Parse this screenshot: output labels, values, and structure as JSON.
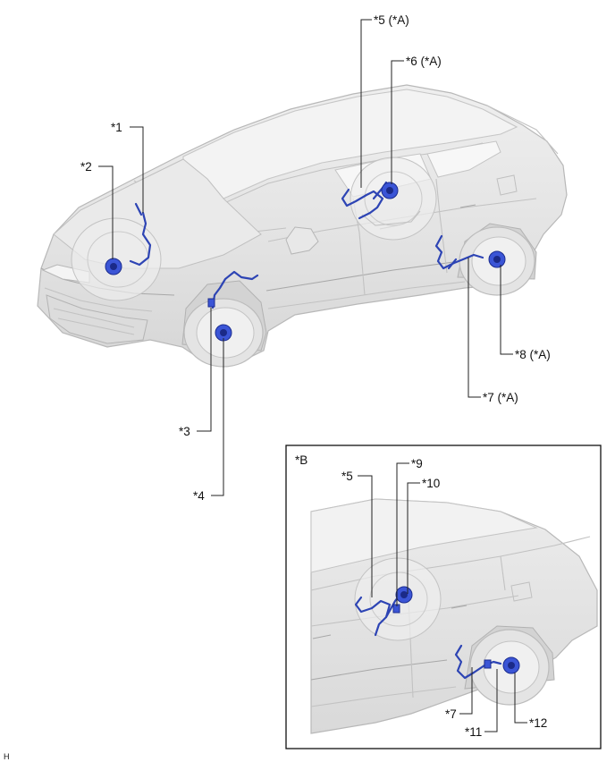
{
  "labels": {
    "c1": "*1",
    "c2": "*2",
    "c3": "*3",
    "c4": "*4",
    "c5": "*5 (*A)",
    "c6": "*6 (*A)",
    "c7": "*7 (*A)",
    "c8": "*8 (*A)"
  },
  "inset": {
    "title": "*B",
    "c5": "*5",
    "c9": "*9",
    "c10": "*10",
    "c7": "*7",
    "c11": "*11",
    "c12": "*12"
  },
  "footer_code": "H",
  "colors": {
    "harness": "#2d44b4",
    "sensor": "#3b55d6",
    "car_body": "#e6e6e6",
    "car_outline": "#b8b8b8"
  }
}
